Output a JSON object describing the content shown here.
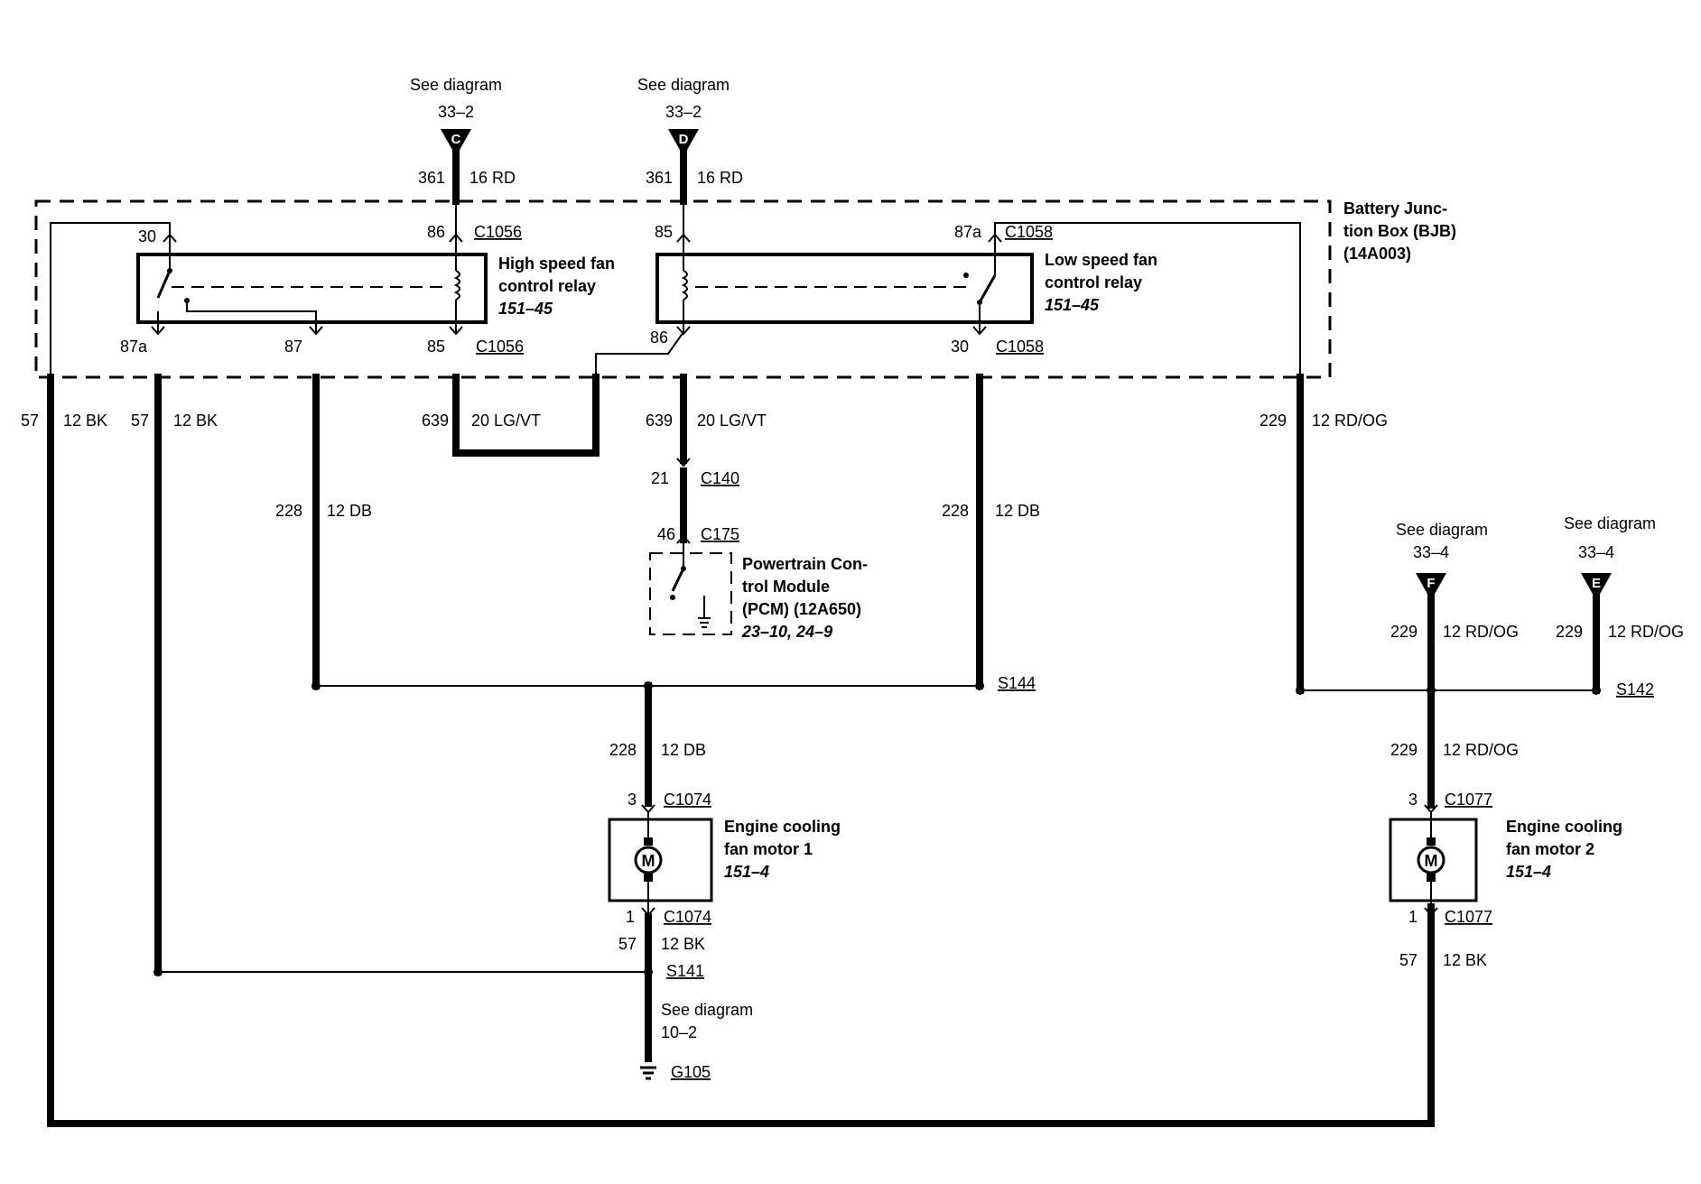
{
  "refs": {
    "c": {
      "see": "See diagram",
      "page": "33–2",
      "letter": "C"
    },
    "d": {
      "see": "See diagram",
      "page": "33–2",
      "letter": "D"
    },
    "f": {
      "see": "See diagram",
      "page": "33–4",
      "letter": "F"
    },
    "e": {
      "see": "See diagram",
      "page": "33–4",
      "letter": "E"
    },
    "ground": {
      "see": "See diagram",
      "page": "10–2"
    }
  },
  "bjb": {
    "line1": "Battery Junc-",
    "line2": "tion Box (BJB)",
    "line3": "(14A003)"
  },
  "high_relay": {
    "line1": "High speed fan",
    "line2": "control relay",
    "ref": "151–45",
    "pin30": "30",
    "pin86": "86",
    "pin87a": "87a",
    "pin87": "87",
    "pin85": "85",
    "conn_top": "C1056",
    "conn_bottom": "C1056"
  },
  "low_relay": {
    "line1": "Low speed fan",
    "line2": "control relay",
    "ref": "151–45",
    "pin85": "85",
    "pin87a": "87a",
    "pin86": "86",
    "pin30": "30",
    "conn_top": "C1058",
    "conn_bottom": "C1058"
  },
  "pcm": {
    "line1": "Powertrain Con-",
    "line2": "trol Module",
    "line3": "(PCM) (12A650)",
    "ref": "23–10, 24–9",
    "pin21": "21",
    "conn_c140": "C140",
    "pin46": "46",
    "conn_c175": "C175"
  },
  "motor1": {
    "line1": "Engine cooling",
    "line2": "fan motor 1",
    "ref": "151–4",
    "pin_top": "3",
    "conn_top": "C1074",
    "pin_bottom": "1",
    "conn_bottom": "C1074",
    "symbol": "M"
  },
  "motor2": {
    "line1": "Engine cooling",
    "line2": "fan motor 2",
    "ref": "151–4",
    "pin_top": "3",
    "conn_top": "C1077",
    "pin_bottom": "1",
    "conn_bottom": "C1077",
    "symbol": "M"
  },
  "wires": {
    "w361a": {
      "circuit": "361",
      "gauge": "16 RD"
    },
    "w361b": {
      "circuit": "361",
      "gauge": "16 RD"
    },
    "w57a": {
      "circuit": "57",
      "gauge": "12 BK"
    },
    "w57b": {
      "circuit": "57",
      "gauge": "12 BK"
    },
    "w639a": {
      "circuit": "639",
      "gauge": "20 LG/VT"
    },
    "w639b": {
      "circuit": "639",
      "gauge": "20 LG/VT"
    },
    "w229a": {
      "circuit": "229",
      "gauge": "12 RD/OG"
    },
    "w228a": {
      "circuit": "228",
      "gauge": "12 DB"
    },
    "w228b": {
      "circuit": "228",
      "gauge": "12 DB"
    },
    "w229f": {
      "circuit": "229",
      "gauge": "12 RD/OG"
    },
    "w229e": {
      "circuit": "229",
      "gauge": "12 RD/OG"
    },
    "w228c": {
      "circuit": "228",
      "gauge": "12 DB"
    },
    "w229c": {
      "circuit": "229",
      "gauge": "12 RD/OG"
    },
    "w57c": {
      "circuit": "57",
      "gauge": "12 BK"
    },
    "w57d": {
      "circuit": "57",
      "gauge": "12 BK"
    }
  },
  "splices": {
    "s144": "S144",
    "s142": "S142",
    "s141": "S141",
    "g105": "G105"
  }
}
